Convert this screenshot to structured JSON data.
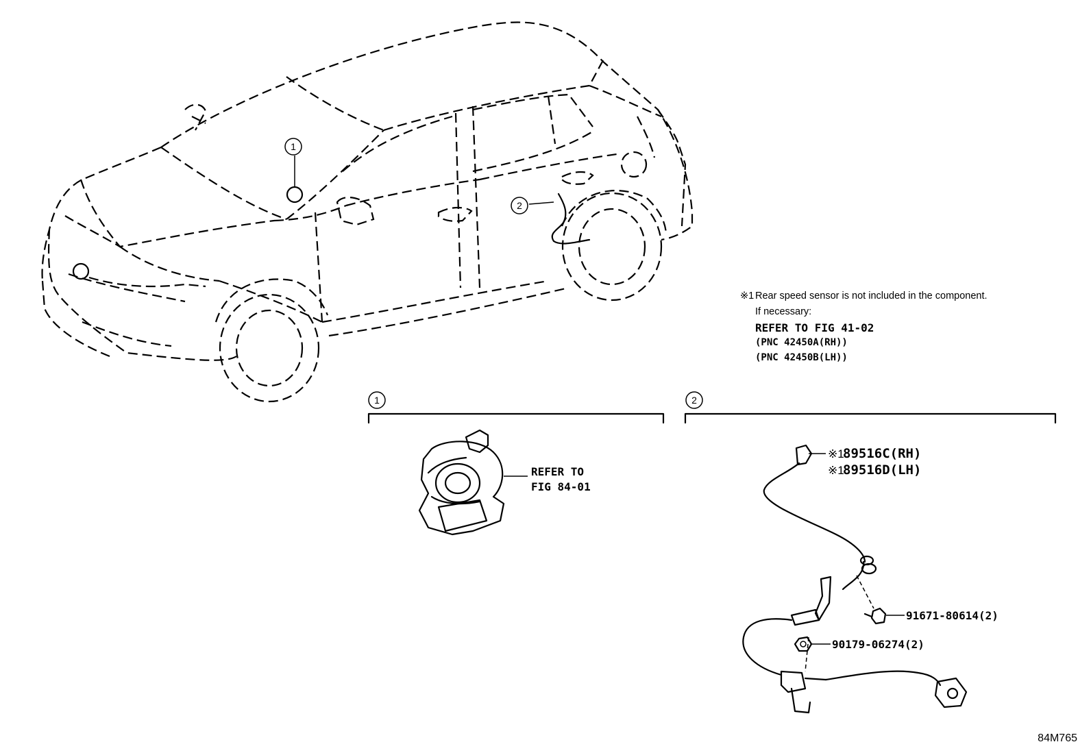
{
  "callouts": {
    "one": "1",
    "two": "2"
  },
  "note": {
    "mark": "※1",
    "line1": "Rear speed sensor is not included in the component.",
    "line2": "If necessary:",
    "line3": "REFER TO FIG 41-02",
    "line4": "(PNC 42450A(RH))",
    "line5": "(PNC 42450B(LH))"
  },
  "section1": {
    "refer_line1": "REFER TO",
    "refer_line2": "FIG 84-01"
  },
  "section2": {
    "part_rh_mark": "※1",
    "part_rh": "89516C(RH)",
    "part_lh_mark": "※1",
    "part_lh": "89516D(LH)",
    "bolt": "91671-80614(2)",
    "nut": "90179-06274(2)"
  },
  "figure_code": "84M765"
}
